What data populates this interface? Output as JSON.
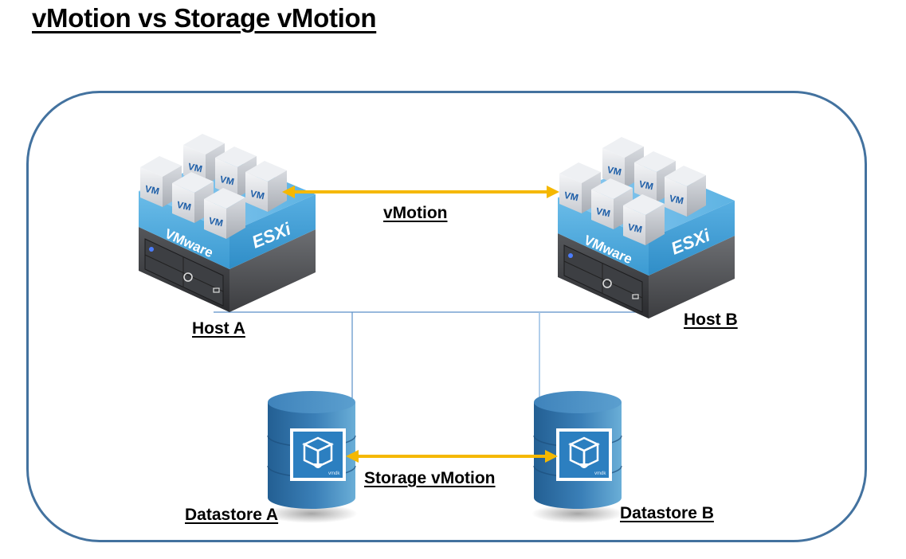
{
  "title": "vMotion vs Storage vMotion",
  "colors": {
    "frame": "#43729f",
    "arrow": "#f5b800",
    "connector": "#5b8fc7",
    "esxi_blue": "#4fa9d9",
    "server_dark": "#3a3a3c",
    "datastore_blue": "#3a7fb5"
  },
  "hosts": [
    {
      "id": "host-a",
      "label": "Host A",
      "layer_labels": {
        "left": "VMware",
        "right": "ESXi"
      },
      "vms": [
        "VM",
        "VM",
        "VM",
        "VM",
        "VM",
        "VM"
      ],
      "icon": "esxi-server-icon"
    },
    {
      "id": "host-b",
      "label": "Host B",
      "layer_labels": {
        "left": "VMware",
        "right": "ESXi"
      },
      "vms": [
        "VM",
        "VM",
        "VM",
        "VM",
        "VM",
        "VM"
      ],
      "icon": "esxi-server-icon"
    }
  ],
  "datastores": [
    {
      "id": "datastore-a",
      "label": "Datastore A",
      "icon": "database-cylinder-icon",
      "file_icon_label": "vmdk"
    },
    {
      "id": "datastore-b",
      "label": "Datastore B",
      "icon": "database-cylinder-icon",
      "file_icon_label": "vmdk"
    }
  ],
  "connections": [
    {
      "label": "vMotion",
      "from": "Host A",
      "to": "Host B",
      "style": "double-arrow"
    },
    {
      "label": "Storage vMotion",
      "from": "Datastore A",
      "to": "Datastore B",
      "style": "double-arrow"
    },
    {
      "label": "",
      "from": "Host A",
      "to": "Datastore A",
      "style": "line"
    },
    {
      "label": "",
      "from": "Host B",
      "to": "Datastore B",
      "style": "line"
    }
  ]
}
